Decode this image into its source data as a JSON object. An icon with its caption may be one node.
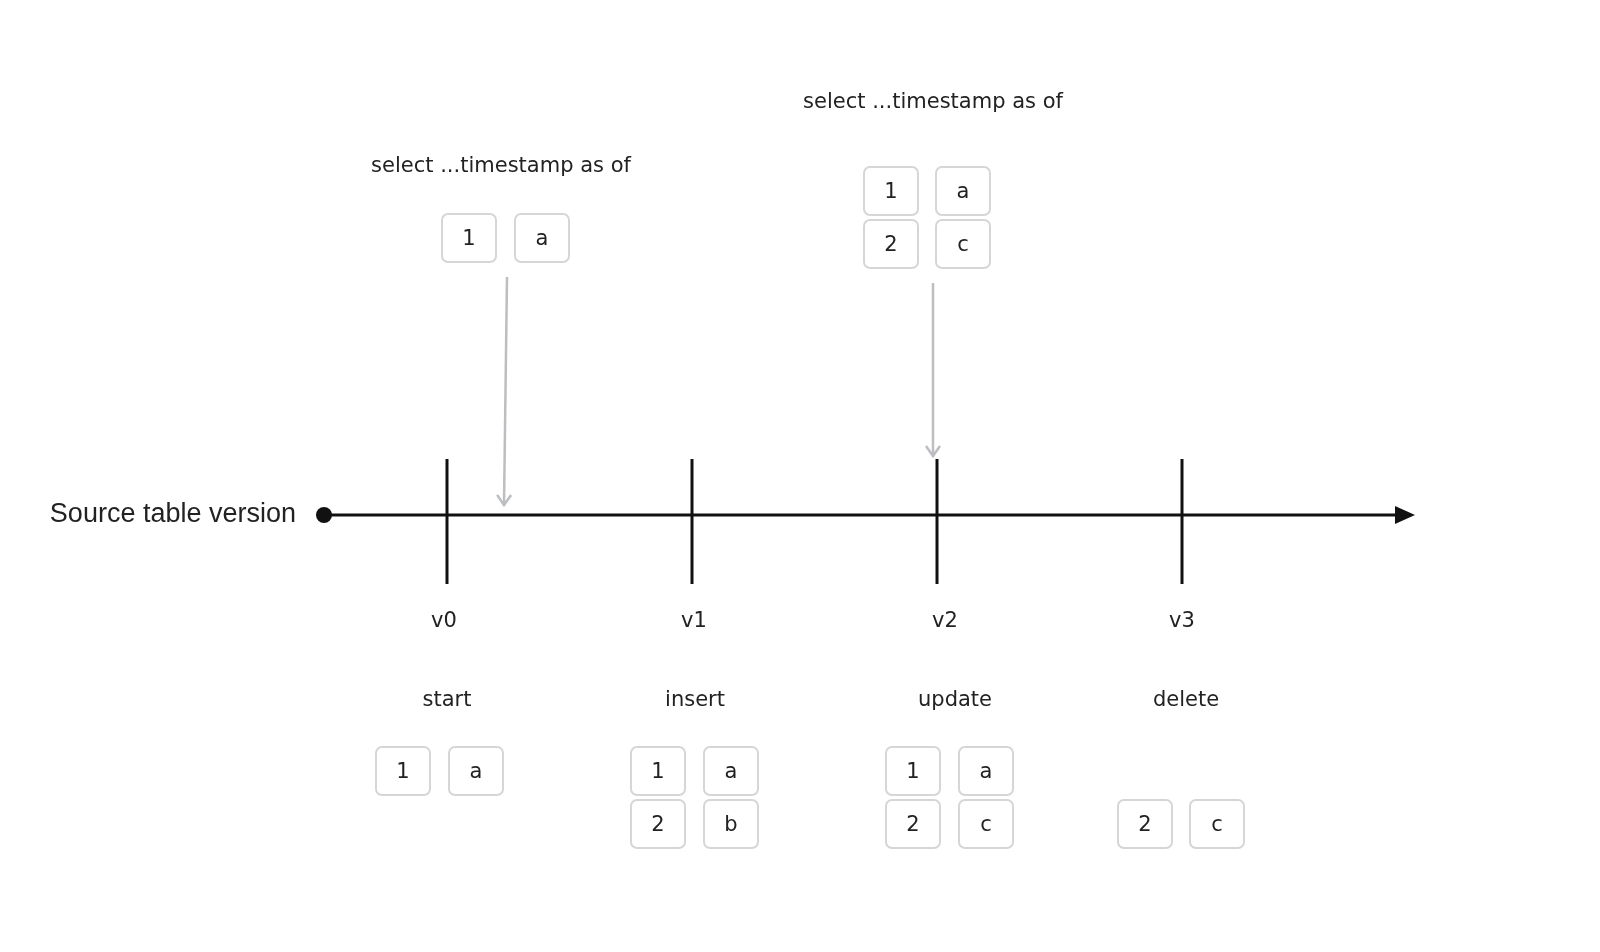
{
  "diagram": {
    "nodes": [
      {
        "text": [
          "1"
        ]
      },
      {
        "text": [
          "a"
        ]
      },
      {
        "text": [
          "1"
        ]
      },
      {
        "text": [
          "a"
        ]
      },
      {
        "text": [
          "2"
        ]
      },
      {
        "text": [
          "c"
        ]
      },
      {
        "text": [],
        "shape": "arrow",
        "beside": [
          "Source table version"
        ]
      },
      {
        "text": [
          "1"
        ]
      },
      {
        "text": [
          "a"
        ]
      },
      {
        "text": [
          "1"
        ]
      },
      {
        "text": [
          "a"
        ]
      },
      {
        "text": [
          "2"
        ]
      },
      {
        "text": [
          "b"
        ]
      },
      {
        "text": [
          "1"
        ]
      },
      {
        "text": [
          "a"
        ]
      },
      {
        "text": [
          "2"
        ]
      },
      {
        "text": [
          "c"
        ]
      },
      {
        "text": [
          "2"
        ]
      },
      {
        "text": [
          "c"
        ]
      }
    ],
    "edges": [
      {
        "from": 1,
        "to": 6,
        "arrow": "to"
      },
      {
        "from": 5,
        "to": 6,
        "arrow": "to"
      }
    ],
    "labels": [
      "select ...timestamp as of",
      "select ...timestamp as of",
      "v0",
      "v1",
      "v2",
      "v3",
      "start",
      "insert",
      "update",
      "delete"
    ]
  }
}
